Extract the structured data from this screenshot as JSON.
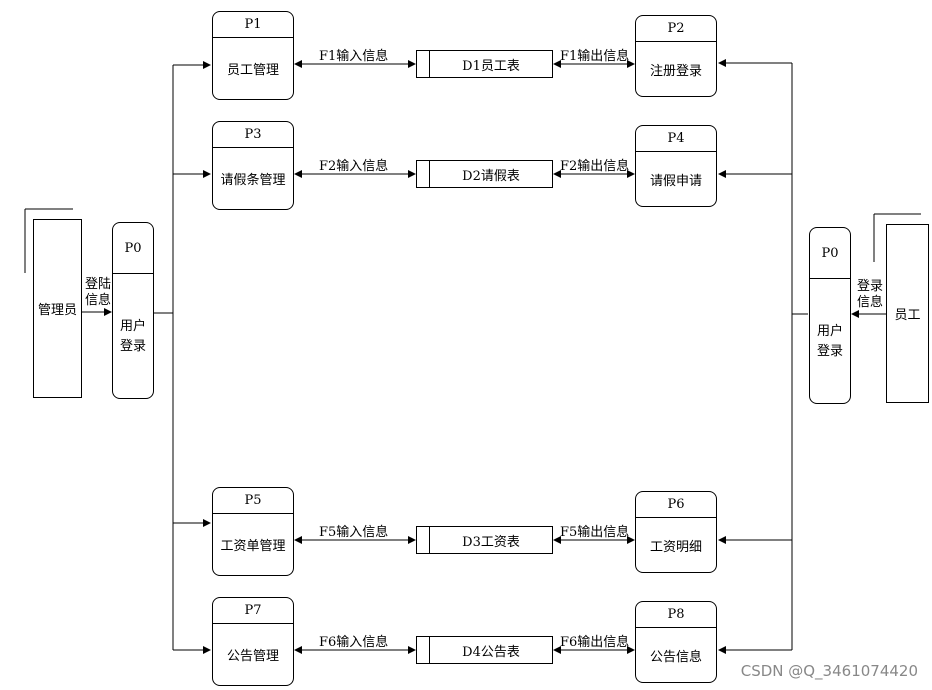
{
  "processes": {
    "p1": {
      "id": "P1",
      "name": "员工管理"
    },
    "p2": {
      "id": "P2",
      "name": "注册登录"
    },
    "p3": {
      "id": "P3",
      "name": "请假条管理"
    },
    "p4": {
      "id": "P4",
      "name": "请假申请"
    },
    "p5": {
      "id": "P5",
      "name": "工资单管理"
    },
    "p6": {
      "id": "P6",
      "name": "工资明细"
    },
    "p7": {
      "id": "P7",
      "name": "公告管理"
    },
    "p8": {
      "id": "P8",
      "name": "公告信息"
    },
    "p0_left": {
      "id": "P0",
      "name_line1": "用户",
      "name_line2": "登录"
    },
    "p0_right": {
      "id": "P0",
      "name_line1": "用户",
      "name_line2": "登录"
    }
  },
  "stores": {
    "d1": "D1员工表",
    "d2": "D2请假表",
    "d3": "D3工资表",
    "d4": "D4公告表"
  },
  "entities": {
    "admin": "管理员",
    "employee": "员工"
  },
  "flows": {
    "f1_in": "F1输入信息",
    "f1_out": "F1输出信息",
    "f2_in": "F2输入信息",
    "f2_out": "F2输出信息",
    "f5_in": "F5输入信息",
    "f5_out": "F5输出信息",
    "f6_in": "F6输入信息",
    "f6_out": "F6输出信息",
    "admin_login_line1": "登陆",
    "admin_login_line2": "信息",
    "emp_login_line1": "登录",
    "emp_login_line2": "信息"
  },
  "watermark": "CSDN @Q_3461074420"
}
